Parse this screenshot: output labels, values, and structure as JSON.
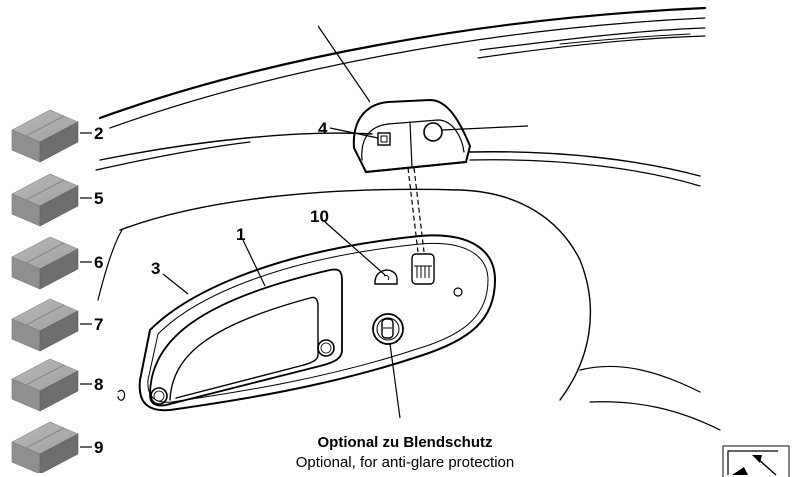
{
  "diagram": {
    "type": "parts-exploded-view",
    "subject": "Overhead interior light / console in headliner",
    "callouts": [
      {
        "id": "1",
        "label": "1"
      },
      {
        "id": "3",
        "label": "3"
      },
      {
        "id": "4",
        "label": "4"
      },
      {
        "id": "10",
        "label": "10"
      }
    ],
    "legend_parts": [
      {
        "label": "2"
      },
      {
        "label": "5"
      },
      {
        "label": "6"
      },
      {
        "label": "7"
      },
      {
        "label": "8"
      },
      {
        "label": "9"
      }
    ]
  },
  "caption": {
    "german": "Optional zu Blendschutz",
    "english": "Optional, for anti-glare protection"
  },
  "navigation": {
    "icon": "arrow-up-left-icon"
  }
}
